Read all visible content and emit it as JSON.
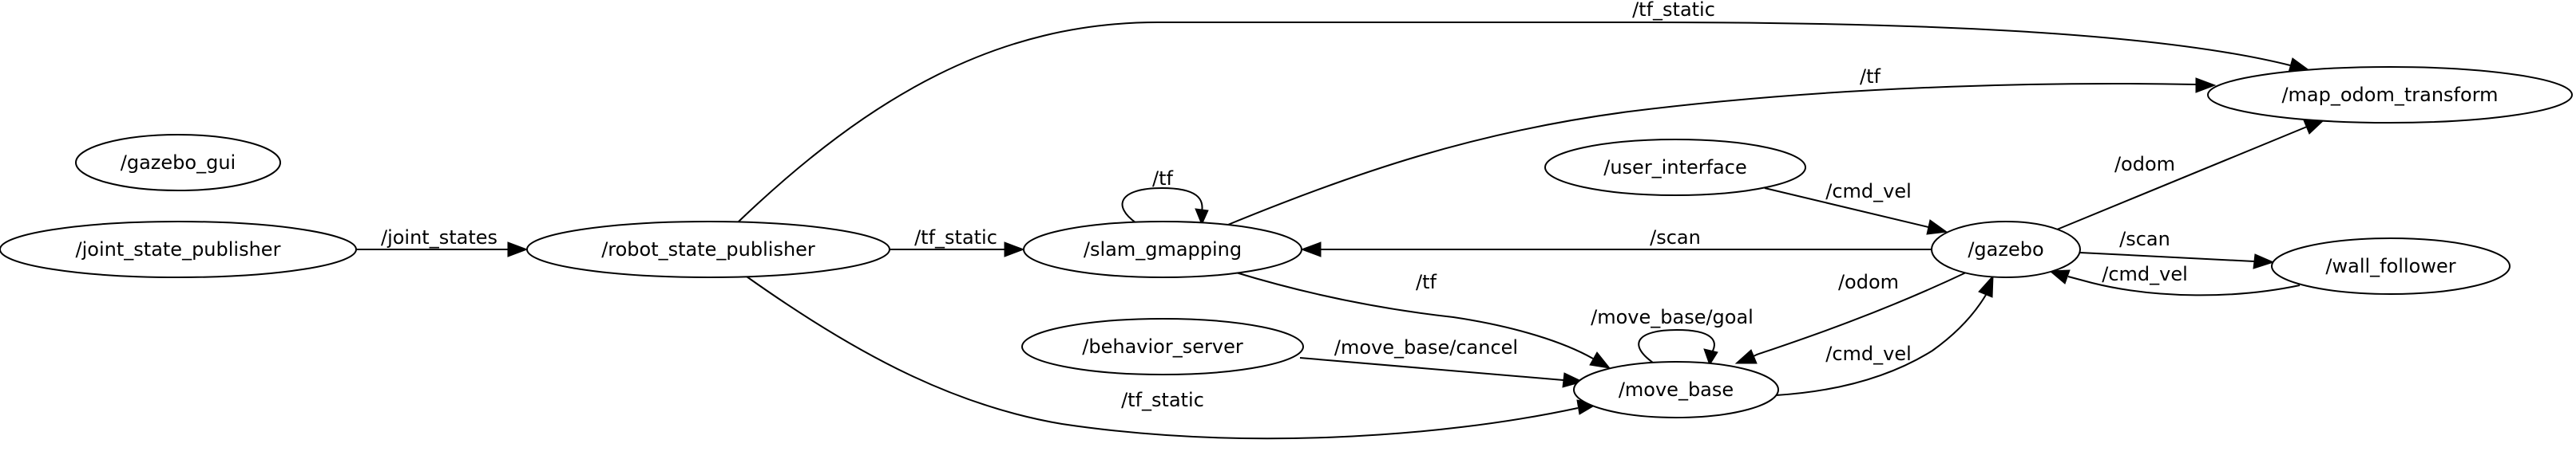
{
  "nodes": {
    "gazebo_gui": "/gazebo_gui",
    "joint_state_publisher": "/joint_state_publisher",
    "robot_state_publisher": "/robot_state_publisher",
    "slam_gmapping": "/slam_gmapping",
    "behavior_server": "/behavior_server",
    "move_base": "/move_base",
    "user_interface": "/user_interface",
    "gazebo": "/gazebo",
    "wall_follower": "/wall_follower",
    "map_odom_transform": "/map_odom_transform"
  },
  "edges": {
    "jsp_rsp": "/joint_states",
    "rsp_slam": "/tf_static",
    "rsp_map": "/tf_static",
    "rsp_move": "/tf_static",
    "slam_self": "/tf",
    "slam_map": "/tf",
    "slam_move": "/tf",
    "gazebo_slam": "/scan",
    "gazebo_map": "/odom",
    "gazebo_wall": "/scan",
    "wall_gazebo": "/cmd_vel",
    "ui_gazebo": "/cmd_vel",
    "gazebo_move": "/odom",
    "move_gazebo": "/cmd_vel",
    "move_self": "/move_base/goal",
    "behavior_move": "/move_base/cancel"
  }
}
